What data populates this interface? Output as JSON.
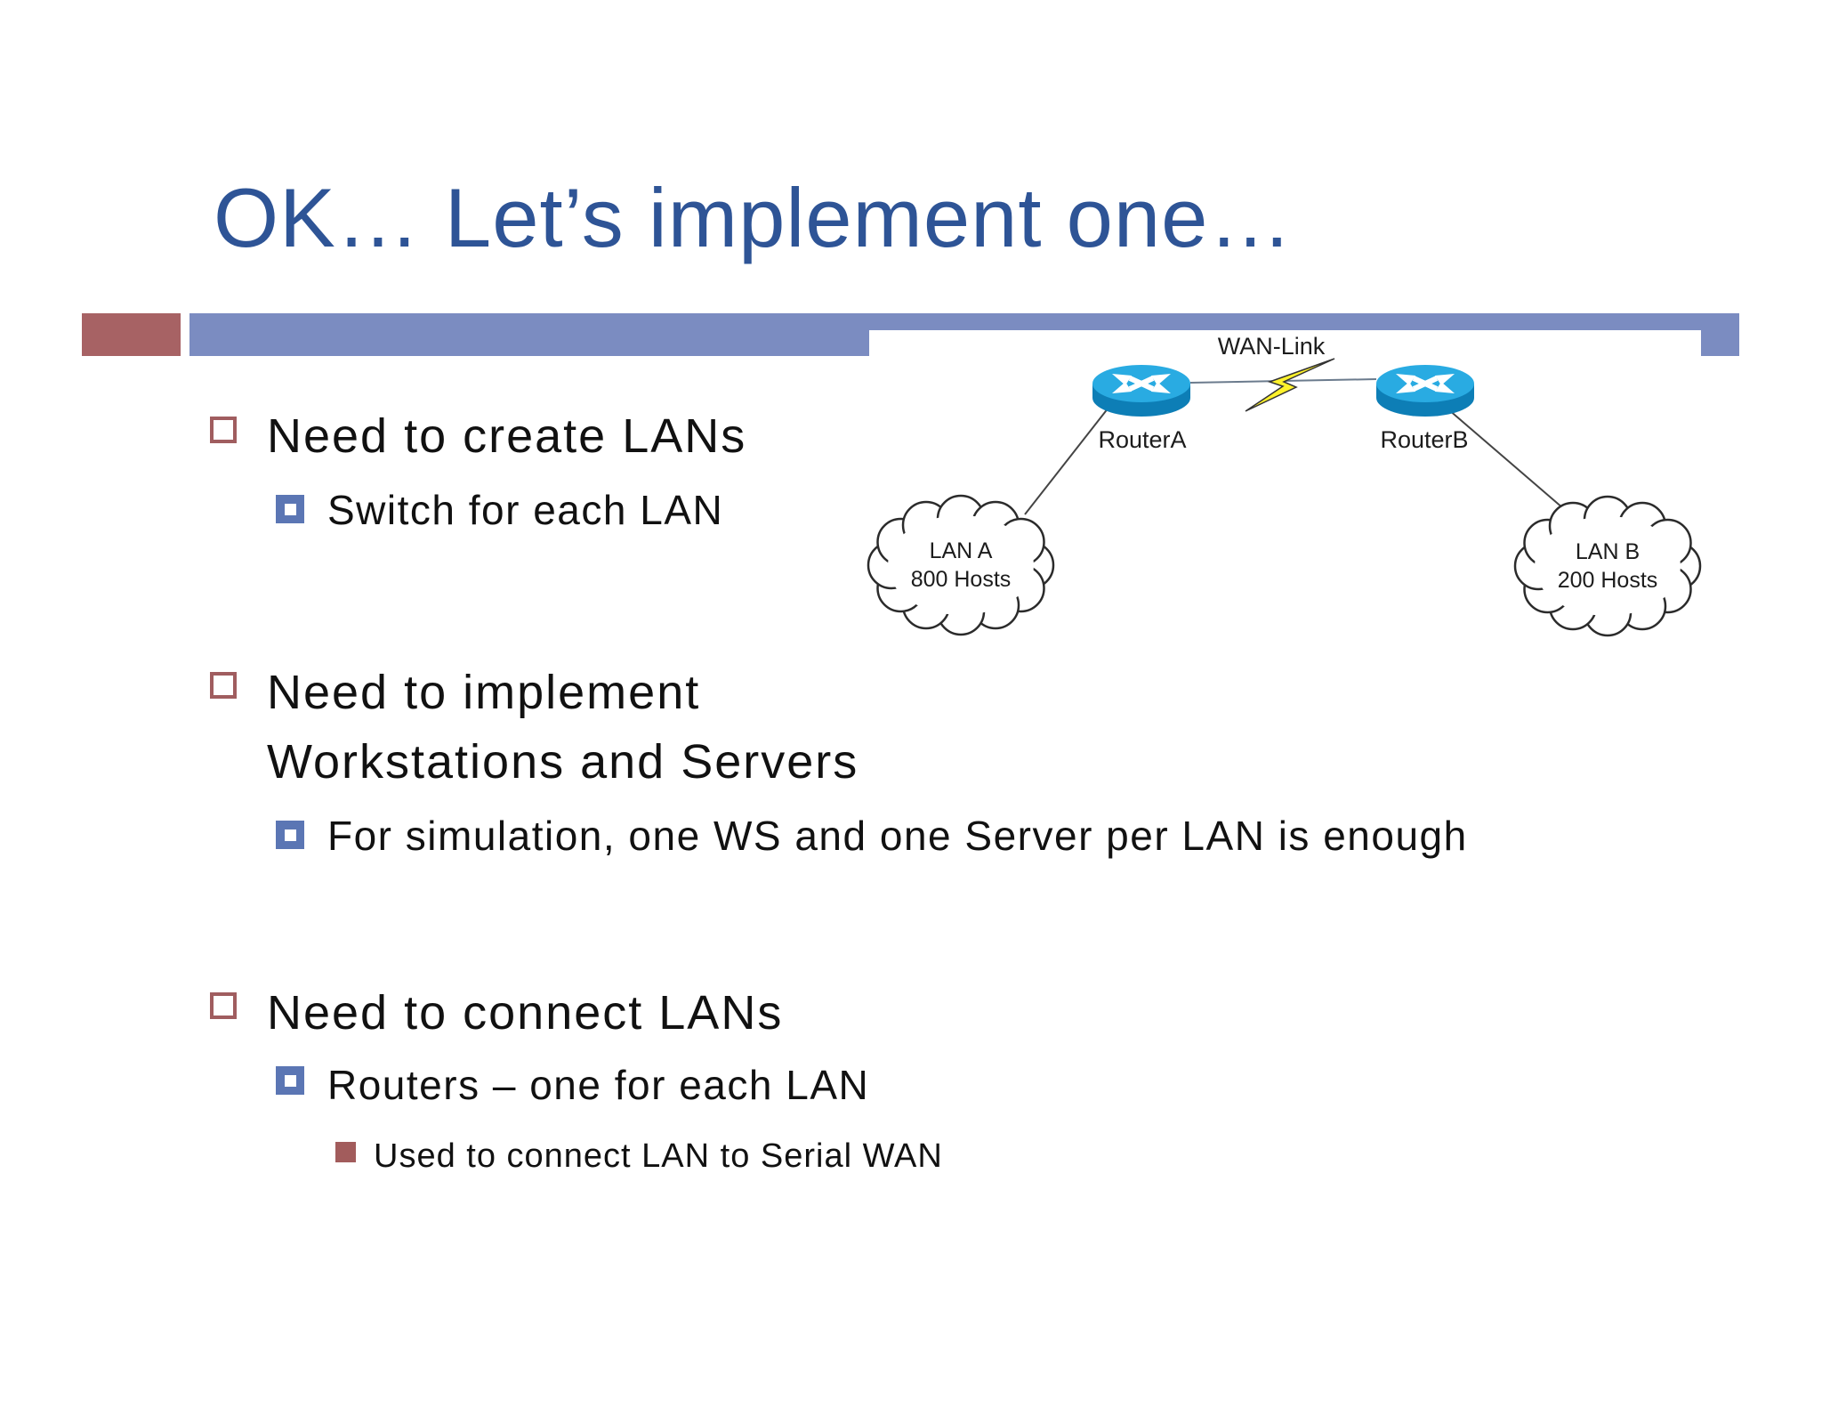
{
  "slide": {
    "title": "OK… Let’s implement one…",
    "colors": {
      "title_blue": "#2E5496",
      "bar_blue": "#7B8CC1",
      "accent_maroon": "#A76264",
      "bullet_blue": "#5B76B4",
      "bullet_maroon": "#A25C5C",
      "router_blue_top": "#29ABE2",
      "router_blue_side": "#0D7EB6",
      "lightning_yellow": "#FFF22B"
    }
  },
  "bullets": [
    {
      "level": 1,
      "text": "Need to create LANs"
    },
    {
      "level": 2,
      "text": "Switch for each LAN"
    },
    {
      "level": 1,
      "text": "Need to implement Workstations and Servers"
    },
    {
      "level": 2,
      "text": "For simulation, one WS and one Server per LAN is enough"
    },
    {
      "level": 1,
      "text": "Need to connect LANs"
    },
    {
      "level": 2,
      "text": "Routers – one for each LAN"
    },
    {
      "level": 3,
      "text": "Used to connect LAN to Serial WAN"
    }
  ],
  "diagram": {
    "wan_link_label": "WAN-Link",
    "router_a_label": "RouterA",
    "router_b_label": "RouterB",
    "lan_a": {
      "line1": "LAN A",
      "line2": "800 Hosts"
    },
    "lan_b": {
      "line1": "LAN B",
      "line2": "200 Hosts"
    }
  }
}
